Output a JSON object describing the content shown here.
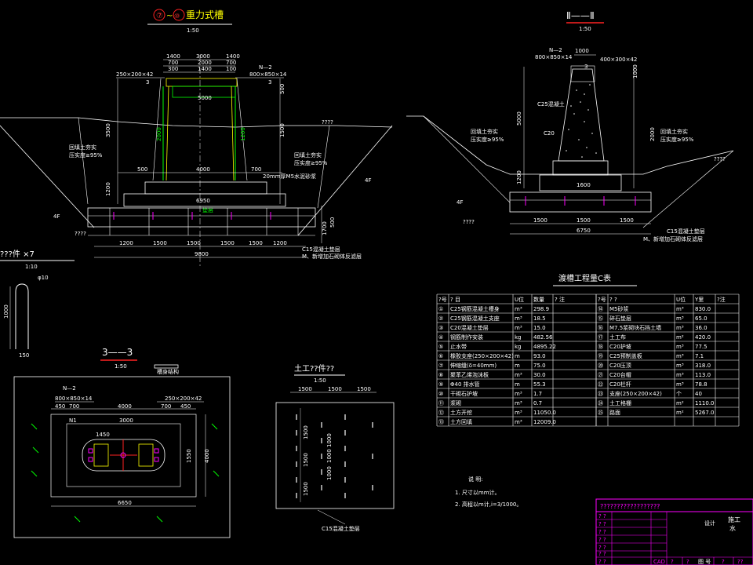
{
  "drawing": {
    "view1": {
      "title_circle_1": "⑦",
      "title_connector": "~",
      "title_circle_2": "⑩",
      "title_text": "重力式槽",
      "scale": "1:50",
      "dims_top": [
        "1400",
        "3000",
        "1400"
      ],
      "dims_mid": [
        "700",
        "2000",
        "700"
      ],
      "dims_second": [
        "300",
        "1400",
        "100"
      ],
      "label_left": "250×200×42",
      "label_right_a": "N—2",
      "label_right_b": "800×850×14",
      "section_mark_left": "3",
      "section_mark_right": "3",
      "dims_body": [
        "500",
        "4000",
        "700"
      ],
      "dim_width": "5000",
      "dim_base": "6950",
      "dims_foot": [
        "1200",
        "1500",
        "1500",
        "1500",
        "1500",
        "1200"
      ],
      "dim_total": "9800",
      "soil_left_a": "回填土夯实",
      "soil_left_b": "压实度≥95%",
      "soil_right_a": "回填土夯实",
      "soil_right_b": "压实度≥95%",
      "level_right": "????",
      "level_left": "????",
      "note_right": "20mm厚M5水泥砂浆",
      "base_label": "垫层",
      "slope": "4F",
      "slope_left": "4F",
      "bottom_note_a": "C15混凝土垫层",
      "bottom_note_b": "M、新增加石砌体反滤层",
      "vert_dims": [
        "1500",
        "3500",
        "1200",
        "1700",
        "500",
        "500"
      ],
      "side_dim_left": "2000",
      "side_dim_right": "1200"
    },
    "view2": {
      "title": "Ⅱ——Ⅱ",
      "scale": "1:50",
      "label_left_a": "N—2",
      "label_left_b": "800×850×14",
      "label_right": "400×300×42",
      "concrete_label": "C25混凝土",
      "c20_label": "C20",
      "soil_left_a": "回填土夯实",
      "soil_left_b": "压实度≥95%",
      "soil_right_a": "回填土夯实",
      "soil_right_b": "压实度≥95%",
      "level_right": "????",
      "level_left": "????",
      "slope_label": "4F",
      "dims_foot": [
        "1500",
        "1500",
        "1500"
      ],
      "dim_total": "6750",
      "dim_top": "1000",
      "dim_width": "1600",
      "bottom_note_a": "C15混凝土垫层",
      "bottom_note_b": "M、新增加石砌体反滤层",
      "vert_dims": [
        "1000",
        "5000",
        "2000",
        "1200"
      ],
      "cap_label": "3"
    },
    "view3": {
      "title": "???件 ×7",
      "scale": "1:10",
      "dim_top": "φ10",
      "dim_height": "1000",
      "dim_bottom": "150"
    },
    "view4": {
      "title": "3——3",
      "scale": "1:50",
      "label_a": "N—2",
      "label_b": "800×850×14",
      "label_c": "250×200×42",
      "dims_top": [
        "450",
        "700",
        "4000",
        "700",
        "450"
      ],
      "dim_inner": "3000",
      "dim_inner2": "1450",
      "dim_total": "6650",
      "dim_height": "4000",
      "dim_height2": "1550",
      "marker": "N1",
      "tag_top": "槽身结构"
    },
    "view5": {
      "title": "土工??件??",
      "scale": "1:50",
      "dims_top": [
        "1500",
        "1500",
        "1500"
      ],
      "dims_left": [
        "1500",
        "1500",
        "1500"
      ],
      "dims_center": [
        "1000",
        "1000",
        "1000"
      ],
      "bottom_note": "C15混凝土垫层"
    },
    "table": {
      "title": "渡槽工程量C表",
      "headers_left": [
        "?号",
        "? 目",
        "U位",
        "数量",
        "? 注"
      ],
      "headers_right": [
        "?号",
        "? ?",
        "U位",
        "Y里",
        "?注"
      ],
      "rows_left": [
        [
          "①",
          "C25钢筋混凝土槽身",
          "m³",
          "298.9",
          ""
        ],
        [
          "②",
          "C25钢筋混凝土支座",
          "m³",
          "18.5",
          ""
        ],
        [
          "③",
          "C20混凝土垫层",
          "m³",
          "15.0",
          ""
        ],
        [
          "④",
          "钢筋制作安装",
          "kg",
          "482.56",
          ""
        ],
        [
          "⑤",
          "止水带",
          "kg",
          "4895.22",
          ""
        ],
        [
          "⑥",
          "橡胶支座(250×200×42)",
          "m",
          "93.0",
          ""
        ],
        [
          "⑦",
          "伸缩缝(δ=40mm)",
          "m",
          "75.0",
          ""
        ],
        [
          "⑧",
          "聚苯乙烯泡沫板",
          "m³",
          "30.0",
          ""
        ],
        [
          "⑨",
          "Φ40 排水管",
          "m",
          "55.3",
          ""
        ],
        [
          "⑩",
          "干砌石护坡",
          "m³",
          "1.7",
          ""
        ],
        [
          "⑪",
          "浆砌",
          "m³",
          "0.7",
          ""
        ],
        [
          "⑫",
          "土方开挖",
          "m³",
          "11050.0",
          ""
        ],
        [
          "⑬",
          "土方回填",
          "m³",
          "12009.0",
          ""
        ]
      ],
      "rows_right": [
        [
          "⑭",
          "M5砂浆",
          "m³",
          "830.0",
          ""
        ],
        [
          "⑮",
          "碎石垫层",
          "m³",
          "65.0",
          ""
        ],
        [
          "⑯",
          "M7.5浆砌块石挡土墙",
          "m³",
          "36.0",
          ""
        ],
        [
          "⑰",
          "土工布",
          "m²",
          "420.0",
          ""
        ],
        [
          "⑱",
          "C20护坡",
          "m³",
          "77.5",
          ""
        ],
        [
          "⑲",
          "C25预制盖板",
          "m³",
          "7.1",
          ""
        ],
        [
          "⑳",
          "C20压顶",
          "m³",
          "318.0",
          ""
        ],
        [
          "㉑",
          "C20台帽",
          "m³",
          "113.0",
          ""
        ],
        [
          "㉒",
          "C20栏杆",
          "m³",
          "78.8",
          ""
        ],
        [
          "㉓",
          "支座(250×200×42)",
          "个",
          "40",
          ""
        ],
        [
          "㉔",
          "土工格栅",
          "m²",
          "1110.0",
          ""
        ],
        [
          "㉕",
          "路面",
          "m²",
          "5267.0",
          ""
        ]
      ]
    },
    "notes": {
      "title": "说 明:",
      "line1": "1. 尺寸以mm计。",
      "line2": "2. 高程以m计,i=3/1000。"
    },
    "titleblock": {
      "header": "??????????????????",
      "project_a": "施工",
      "project_b": "设计",
      "unit": "水",
      "row_labels": [
        "? ?",
        "? ?",
        "? ?",
        "? ?",
        "? ?",
        "? ?",
        "? ?"
      ],
      "footer_a": "CAD",
      "footer_b": "?",
      "footer_c": "?",
      "footer_d": "图 号",
      "footer_e": "?",
      "footer_f": "??"
    }
  }
}
